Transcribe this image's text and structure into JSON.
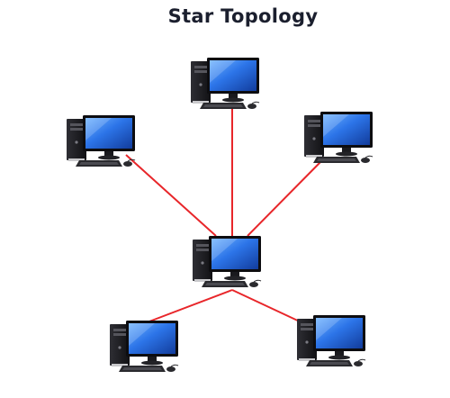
{
  "title": "Star Topology",
  "topology": {
    "hub": "hub-computer",
    "nodes": [
      "computer-top",
      "computer-upper-left",
      "computer-upper-right",
      "computer-lower-left",
      "computer-lower-right"
    ]
  },
  "colors": {
    "link": "#e8262a",
    "title": "#1b1f2e",
    "tower": "#1e1e22",
    "screen_frame": "#0d0d10",
    "screen": "#1f5fd6",
    "screen_glow": "#6fb3ff",
    "keyboard": "#2a2a2e"
  },
  "icons": {
    "computer": "desktop-computer-icon"
  }
}
